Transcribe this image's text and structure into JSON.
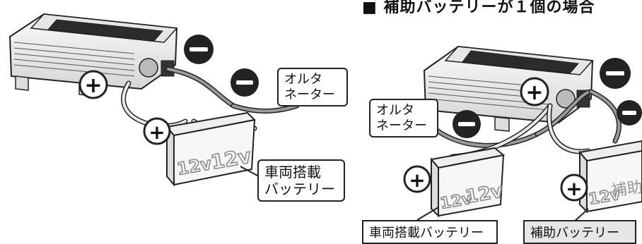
{
  "heading": "■ 補助バッテリーが１個の場合",
  "left_diagram": {
    "alternator_label": [
      "オルタ",
      "ネーター"
    ],
    "battery_label": [
      "車両搭載",
      "バッテリー"
    ],
    "battery_voltage": [
      "12v",
      "12v"
    ]
  },
  "right_diagram": {
    "alternator_label": [
      "オルタ",
      "ネーター"
    ],
    "main_battery_label": "車両搭載バッテリー",
    "aux_battery_label": "補助バッテリー",
    "battery_voltage": [
      "12v",
      "12v"
    ],
    "aux_battery_text": "補助"
  },
  "symbols": {
    "plus": "+",
    "minus": "−"
  },
  "colors": {
    "outline": "#222222",
    "cable": "#9a9a9a",
    "body": "#f2f2f2",
    "panel": "#2b2b2b"
  }
}
